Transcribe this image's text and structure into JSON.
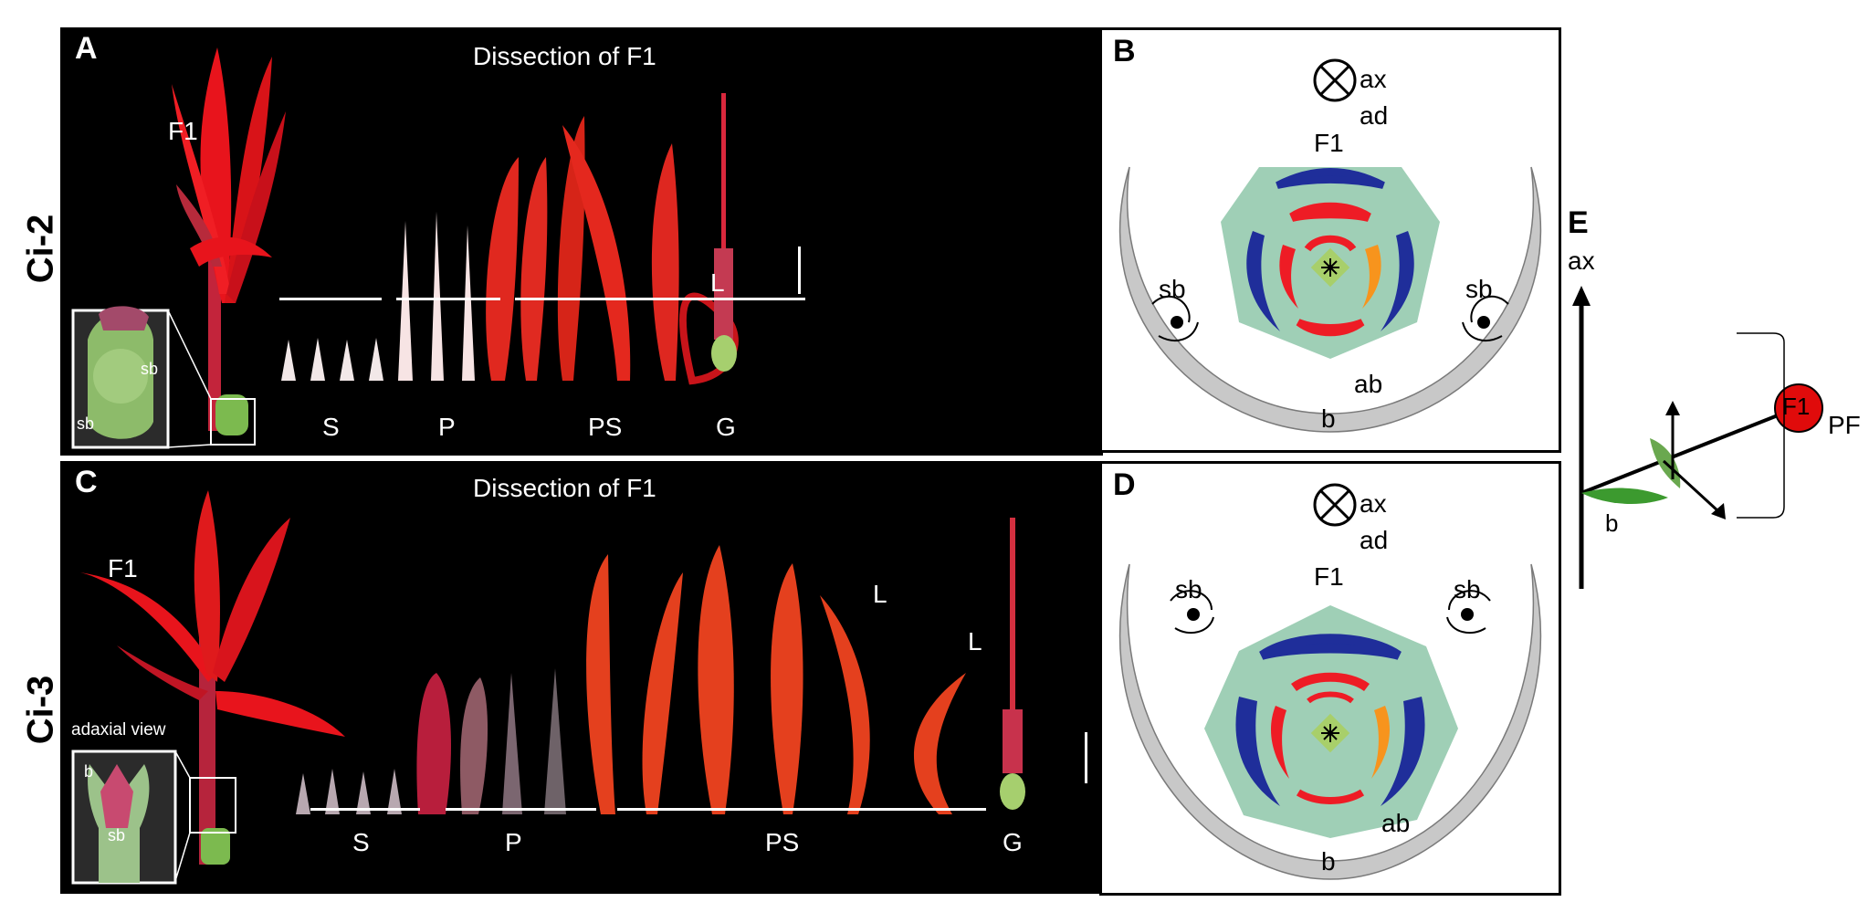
{
  "row_labels": {
    "top": "Ci-2",
    "bottom": "Ci-3"
  },
  "panel_A": {
    "letter": "A",
    "dissection_title": "Dissection of F1",
    "flower_label": "F1",
    "inset_labels": [
      "sb",
      "sb"
    ],
    "part_labels": {
      "sepals": "S",
      "petals": "P",
      "petaloid_staminodes": "PS",
      "labellum": "L",
      "gynoecium": "G"
    }
  },
  "panel_C": {
    "letter": "C",
    "dissection_title": "Dissection of F1",
    "flower_label": "F1",
    "inset_title": "adaxial view",
    "inset_labels": [
      "b",
      "sb"
    ],
    "part_labels": {
      "sepals": "S",
      "petals": "P",
      "petaloid_staminodes": "PS",
      "labellum_1": "L",
      "labellum_2": "L",
      "gynoecium": "G"
    }
  },
  "panel_B": {
    "letter": "B",
    "labels": {
      "ax": "ax",
      "ad": "ad",
      "flower": "F1",
      "sb_left": "sb",
      "sb_right": "sb",
      "ab": "ab",
      "b": "b"
    }
  },
  "panel_D": {
    "letter": "D",
    "labels": {
      "ax": "ax",
      "ad": "ad",
      "flower": "F1",
      "sb_left": "sb",
      "sb_right": "sb",
      "ab": "ab",
      "b": "b"
    }
  },
  "panel_E": {
    "letter": "E",
    "labels": {
      "ax": "ax",
      "flower": "F1",
      "b": "b",
      "pf": "PF"
    }
  },
  "colors": {
    "sepal_green": "#9fcfb6",
    "petal_blue": "#1f2e9a",
    "staminode_red": "#ee1c25",
    "labellum_orange": "#f7941d",
    "gynoecium_green": "#a8cf6a",
    "bract_gray": "#c8c8c8",
    "flower_red": "#e00b0b",
    "bract_green": "#3c9a2f"
  }
}
